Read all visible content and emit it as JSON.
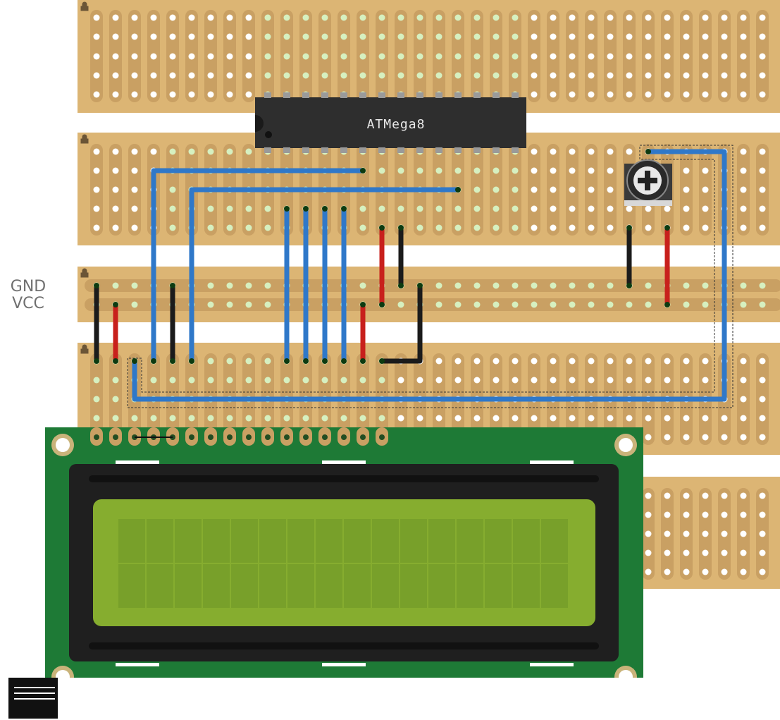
{
  "labels": {
    "gnd": "GND",
    "vcc": "VCC"
  },
  "chip": {
    "name": "ATMega8",
    "pins_per_side": 14
  },
  "lcd": {
    "columns": 16,
    "rows": 2,
    "header_pins": 16
  },
  "colors": {
    "board": "#dcb574",
    "strip": "#c9a063",
    "hole_green": "#d6f0c0",
    "wire_blue": "#2f78c9",
    "wire_red": "#c8201c",
    "wire_black": "#1b1b1b",
    "pcb_green": "#1e7a36",
    "lcd_glass": "#86ad2f",
    "chip_body": "#2e2e2e"
  },
  "icons": [
    "potentiometer-icon",
    "mounting-hole-icon",
    "lock-icon"
  ]
}
